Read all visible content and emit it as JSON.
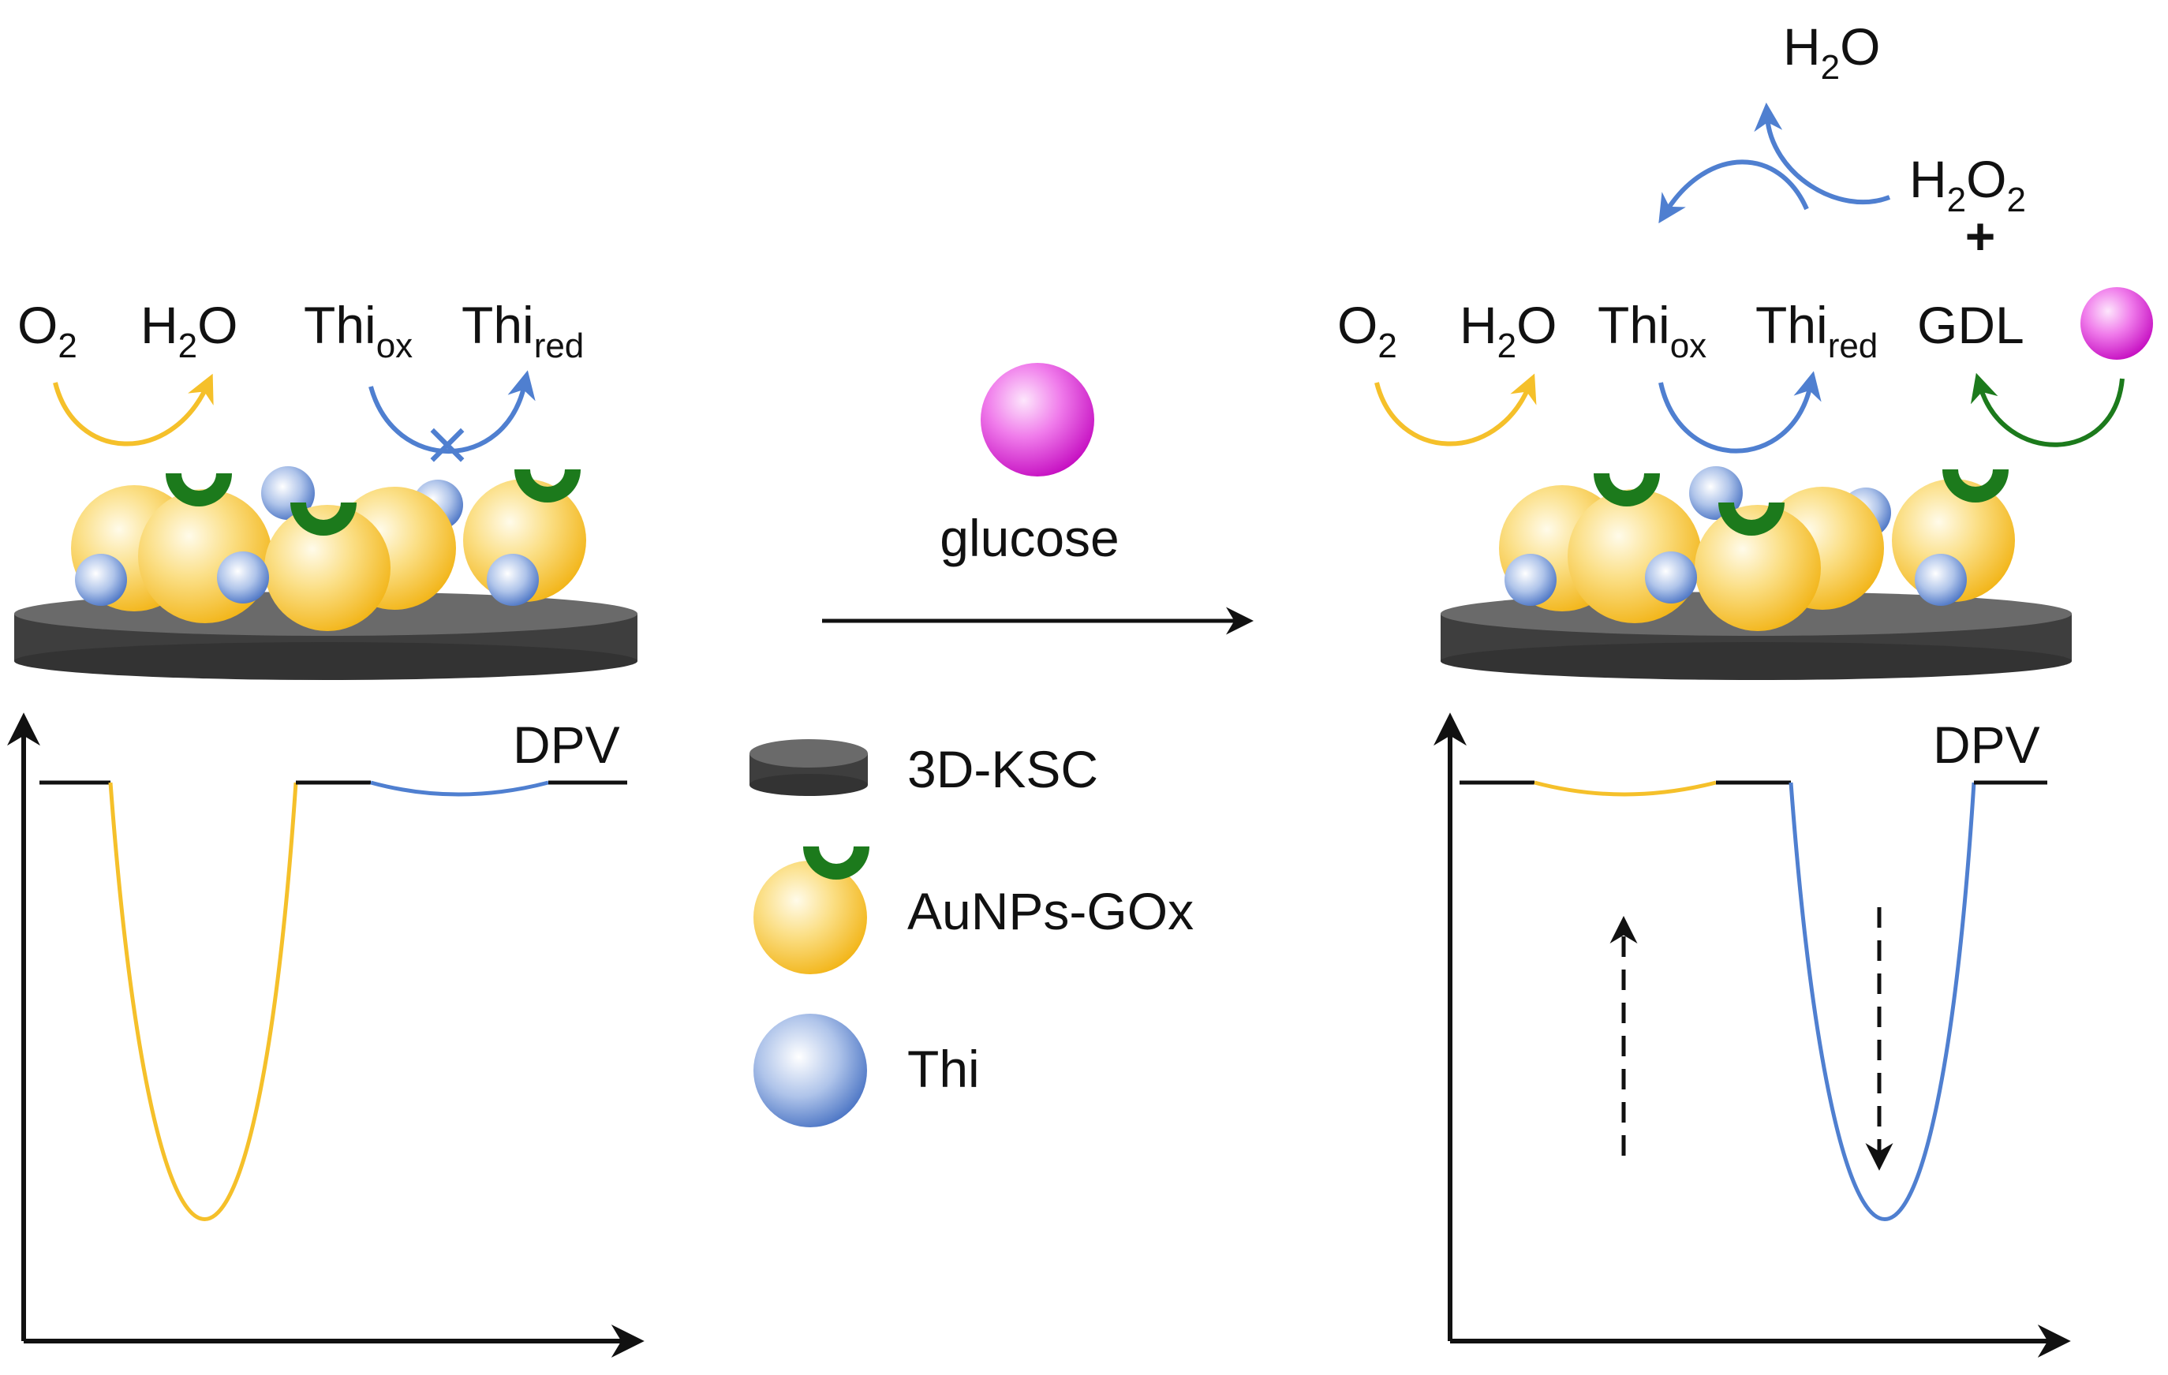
{
  "colors": {
    "gold": "#F5C02A",
    "blue": "#4F7FD0",
    "green": "#1C7A1C",
    "magenta": "#E020D8",
    "electrode": "#4A4A4A",
    "black": "#111111"
  },
  "left_panel": {
    "o2": {
      "main": "O",
      "sub": "2"
    },
    "h2o": {
      "pre": "H",
      "sub": "2",
      "post": "O"
    },
    "thi_ox": {
      "main": "Thi",
      "sub": "ox"
    },
    "thi_red": {
      "main": "Thi",
      "sub": "red"
    },
    "dpv_label": "DPV",
    "blocked_mark": "×"
  },
  "middle": {
    "glucose_label": "glucose",
    "legend": {
      "electrode": "3D-KSC",
      "aunps": "AuNPs-GOx",
      "thi": "Thi"
    }
  },
  "right_panel": {
    "o2": {
      "main": "O",
      "sub": "2"
    },
    "h2o": {
      "pre": "H",
      "sub": "2",
      "post": "O"
    },
    "thi_ox": {
      "main": "Thi",
      "sub": "ox"
    },
    "thi_red": {
      "main": "Thi",
      "sub": "red"
    },
    "gdl": "GDL",
    "h2o2": {
      "pre": "H",
      "sub1": "2",
      "mid": "O",
      "sub2": "2"
    },
    "plus": "+",
    "h2o_top": {
      "pre": "H",
      "sub": "2",
      "post": "O"
    },
    "dpv_label": "DPV"
  }
}
